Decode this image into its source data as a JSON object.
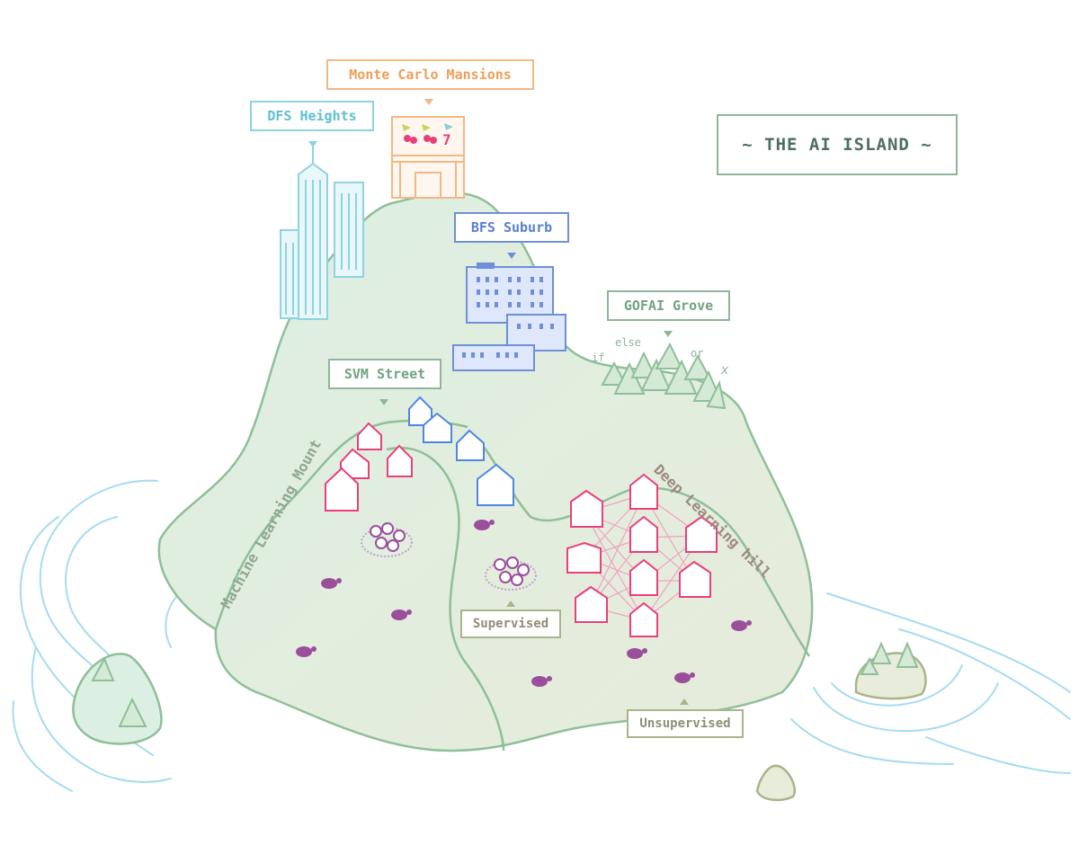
{
  "title": "~ THE AI ISLAND ~",
  "labels": {
    "monte_carlo": "Monte Carlo Mansions",
    "dfs": "DFS Heights",
    "bfs": "BFS Suburb",
    "gofai": "GOFAI Grove",
    "svm": "SVM Street",
    "supervised": "Supervised",
    "unsupervised": "Unsupervised"
  },
  "curved_text": {
    "machine_learning": "Machine Learning Mount",
    "deep_learning": "Deep Learning hill"
  },
  "grove_words": {
    "if": "if",
    "else": "else",
    "or": "or",
    "x": "x"
  },
  "colors": {
    "dfs": "#8dd3e0",
    "monte_carlo": "#f2b883",
    "bfs": "#6f8fd6",
    "green": "#8fb59a",
    "pink": "#e8407a",
    "blue_house": "#4f86e0",
    "sheep": "#9b4f9b",
    "water": "#a6dcef"
  }
}
